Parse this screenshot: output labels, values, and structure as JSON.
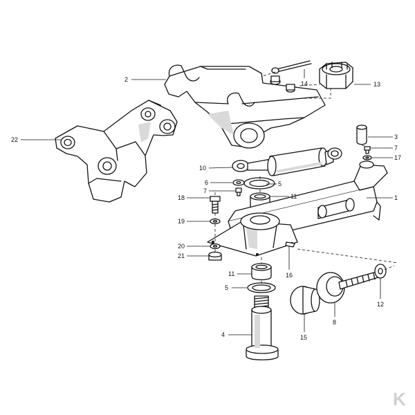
{
  "callouts": [
    "1",
    "2",
    "3",
    "4",
    "5",
    "5",
    "6",
    "7",
    "7",
    "8",
    "10",
    "11",
    "11",
    "12",
    "13",
    "14",
    "15",
    "16",
    "17",
    "18",
    "19",
    "20",
    "21",
    "22"
  ],
  "watermark": {
    "letter": "K",
    "color": "#d0d0d0"
  }
}
